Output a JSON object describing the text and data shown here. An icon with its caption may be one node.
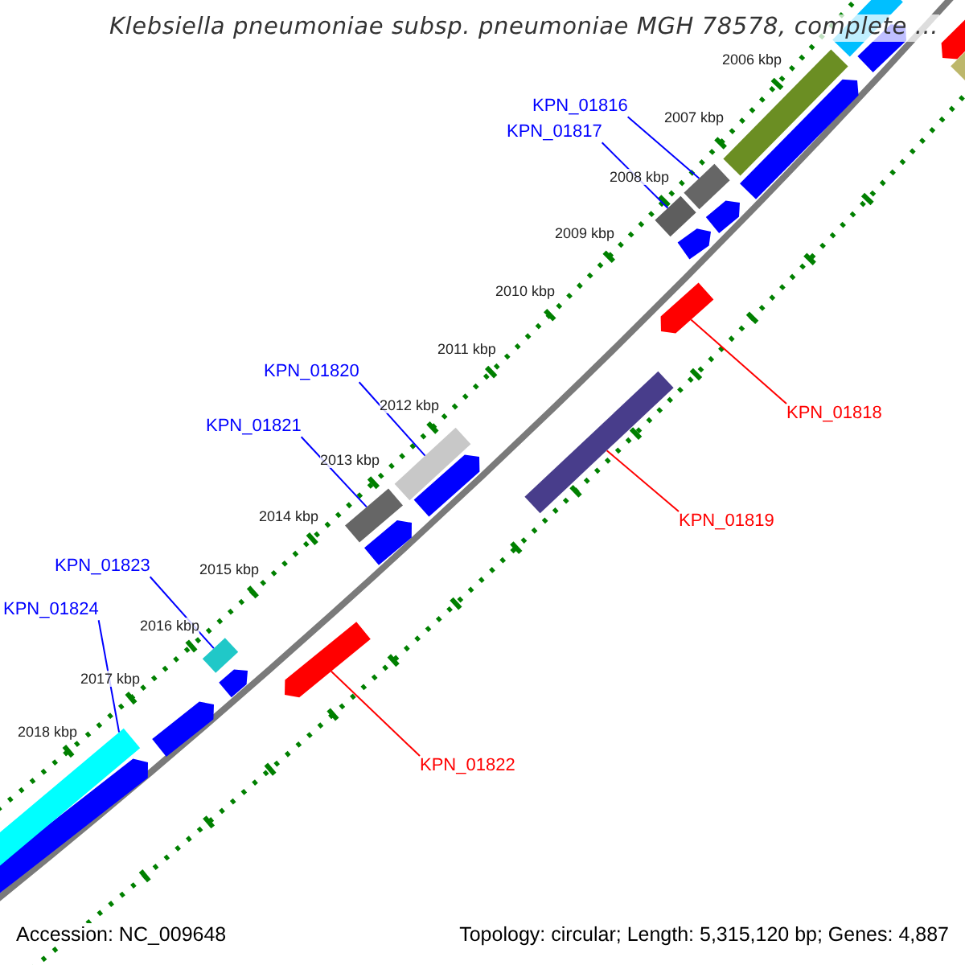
{
  "diagram": {
    "title": "Klebsiella pneumoniae subsp. pneumoniae MGH 78578, complete ...",
    "nodes": [
      {
        "text": [
          "KPN_01816"
        ]
      },
      {
        "text": [
          "KPN_01817"
        ]
      },
      {
        "text": [
          "KPN_01818"
        ]
      },
      {
        "text": [
          "KPN_01819"
        ]
      },
      {
        "text": [
          "KPN_01820"
        ]
      },
      {
        "text": [
          "KPN_01821"
        ]
      },
      {
        "text": [
          "KPN_01823"
        ]
      },
      {
        "text": [
          "KPN_01824"
        ]
      },
      {
        "text": [
          "KPN_01822"
        ]
      },
      {
        "text": [],
        "shape": "bar"
      },
      {
        "text": [],
        "shape": "bar"
      },
      {
        "text": [],
        "shape": "arrow"
      },
      {
        "text": [],
        "shape": "bar"
      },
      {
        "text": [],
        "shape": "bar"
      },
      {
        "text": [],
        "shape": "bar"
      },
      {
        "text": [],
        "shape": "bar"
      },
      {
        "text": [],
        "shape": "arrow"
      },
      {
        "text": [],
        "shape": "bar"
      }
    ],
    "edges": [
      {
        "from": 0,
        "to": 9,
        "arrow": "none"
      },
      {
        "from": 1,
        "to": 10,
        "arrow": "none"
      },
      {
        "from": 2,
        "to": 11,
        "arrow": "none",
        "color": "#ff0000"
      },
      {
        "from": 3,
        "to": 12,
        "arrow": "none",
        "color": "#ff0000"
      },
      {
        "from": 4,
        "to": 13,
        "arrow": "none"
      },
      {
        "from": 5,
        "to": 14,
        "arrow": "none"
      },
      {
        "from": 6,
        "to": 15,
        "arrow": "none"
      },
      {
        "from": 7,
        "to": 17,
        "arrow": "none"
      },
      {
        "from": 8,
        "to": 16,
        "arrow": "none",
        "color": "#ff0000"
      }
    ],
    "labels": [
      "2006 kbp",
      "2007 kbp",
      "2008 kbp",
      "2009 kbp",
      "2010 kbp",
      "2011 kbp",
      "2012 kbp",
      "2013 kbp",
      "2014 kbp",
      "2015 kbp",
      "2016 kbp",
      "2017 kbp",
      "2018 kbp",
      "Accession: NC_009648",
      "Topology: circular; Length: 5,315,120 bp; Genes: 4,887"
    ]
  }
}
